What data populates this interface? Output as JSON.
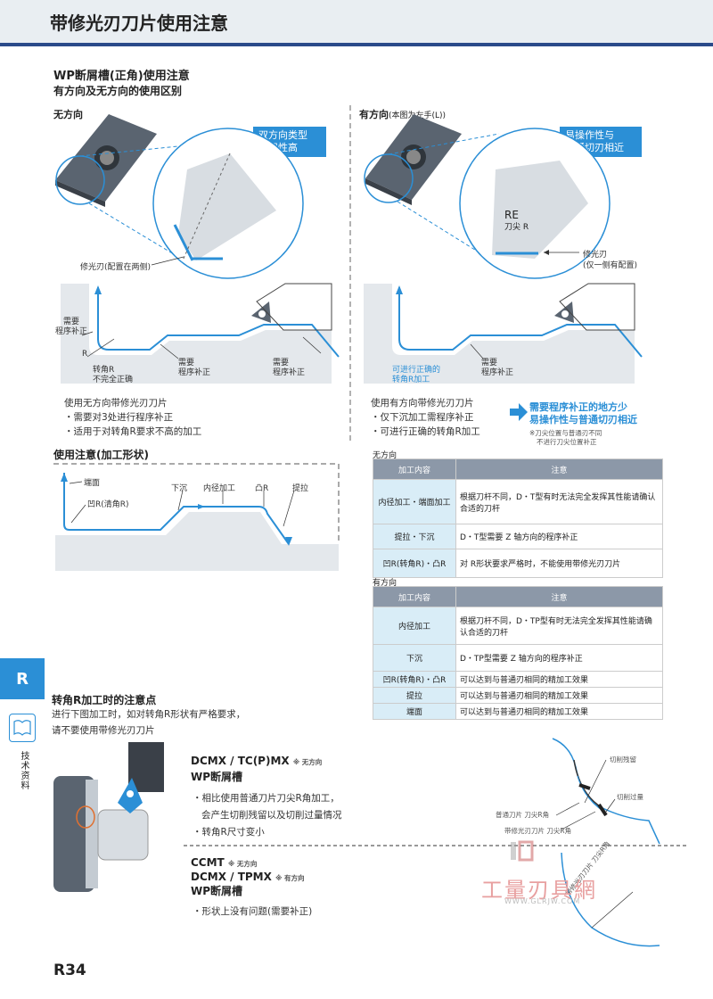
{
  "header": {
    "title": "带修光刃刀片使用注意"
  },
  "section1": {
    "title": "WP断屑槽(正角)使用注意",
    "subtitle": "有方向及无方向的使用区别"
  },
  "left": {
    "title": "无方向",
    "callout": [
      "双方向类型",
      "通用性高"
    ],
    "wiper_label": "修光刃(配置在两侧)",
    "labels": {
      "need1": [
        "需要",
        "程序补正"
      ],
      "R": "R",
      "corner": [
        "转角R",
        "不完全正确"
      ],
      "need2": [
        "需要",
        "程序补正"
      ],
      "need3": [
        "需要",
        "程序补正"
      ]
    },
    "summary": [
      "使用无方向带修光刃刀片",
      "・需要对3处进行程序补正",
      "・适用于对转角R要求不高的加工"
    ]
  },
  "right": {
    "title": "有方向",
    "title_note": "(本图为左手(L))",
    "callout": [
      "易操作性与",
      "普通切刃相近"
    ],
    "re_label": [
      "RE",
      "刀尖 R"
    ],
    "wiper_label": [
      "修光刃",
      "(仅一侧有配置)"
    ],
    "labels": {
      "corner": [
        "可进行正确的",
        "转角R加工"
      ],
      "need": [
        "需要",
        "程序补正"
      ]
    },
    "summary": [
      "使用有方向带修光刃刀片",
      "・仅下沉加工需程序补正",
      "・可进行正确的转角R加工"
    ],
    "highlight": [
      "需要程序补正的地方少",
      "易操作性与普通切刃相近"
    ],
    "footnote": [
      "※刀尖位置与普通刃不同",
      "不进行刀尖位置补正"
    ]
  },
  "shape": {
    "title": "使用注意(加工形状)",
    "labels": {
      "end": "端面",
      "concave": "凹R(清角R)",
      "sink": "下沉",
      "inner": "内径加工",
      "convex": "凸R",
      "lift": "提拉"
    }
  },
  "table_nodir": {
    "caption": "无方向",
    "headers": [
      "加工内容",
      "注意"
    ],
    "rows": [
      {
        "k": "内径加工・端面加工",
        "v": "根据刀杆不同，D・T型有时无法完全发挥其性能请确认合适的刀杆"
      },
      {
        "k": "提拉・下沉",
        "v": "D・T型需要 Z 轴方向的程序补正"
      },
      {
        "k": "凹R(转角R)・凸R",
        "v": "对 R形状要求严格时，不能使用带修光刃刀片"
      }
    ]
  },
  "table_dir": {
    "caption": "有方向",
    "headers": [
      "加工内容",
      "注意"
    ],
    "rows": [
      {
        "k": "内径加工",
        "v": "根据刀杆不同，D・TP型有时无法完全发挥其性能请确认合适的刀杆"
      },
      {
        "k": "下沉",
        "v": "D・TP型需要 Z 轴方向的程序补正"
      },
      {
        "k": "凹R(转角R)・凸R",
        "v": "可以达到与普通刃相同的精加工效果"
      },
      {
        "k": "提拉",
        "v": "可以达到与普通刃相同的精加工效果"
      },
      {
        "k": "端面",
        "v": "可以达到与普通刃相同的精加工效果"
      }
    ]
  },
  "corner_section": {
    "title": "转角R加工时的注意点",
    "text": [
      "进行下图加工时，如对转角R形状有严格要求，",
      "请不要使用带修光刃刀片"
    ],
    "block1": {
      "model": "DCMX / TC(P)MX",
      "model_note": "※ 无方向",
      "chip": "WP断屑槽",
      "bullets": [
        "・相比使用普通刀片刀尖R角加工，",
        "会产生切削残留以及切削过量情况",
        "・转角R尺寸变小"
      ]
    },
    "block2": {
      "model1": "CCMT",
      "model1_note": "※ 无方向",
      "model2": "DCMX / TPMX",
      "model2_note": "※ 有方向",
      "chip": "WP断屑槽",
      "bullets": [
        "・形状上没有问题(需要补正)"
      ]
    },
    "diagram": {
      "residual": "切削残留",
      "over": "切削过量",
      "normal": "普通刀片 刀尖R角",
      "wiper": "带修光刃刀片 刀尖R角",
      "wiper_diag": "带修光刃刀片 刀尖R角"
    }
  },
  "watermark": {
    "text": "工量刃具網",
    "url": "WWW.GLRJW.COM"
  },
  "sidebar": {
    "letter": "R",
    "label": "技术资料"
  },
  "page": {
    "number": "R34"
  },
  "colors": {
    "accent": "#2b8fd6",
    "navy": "#2a4a8a",
    "insert": "#5a6470"
  }
}
